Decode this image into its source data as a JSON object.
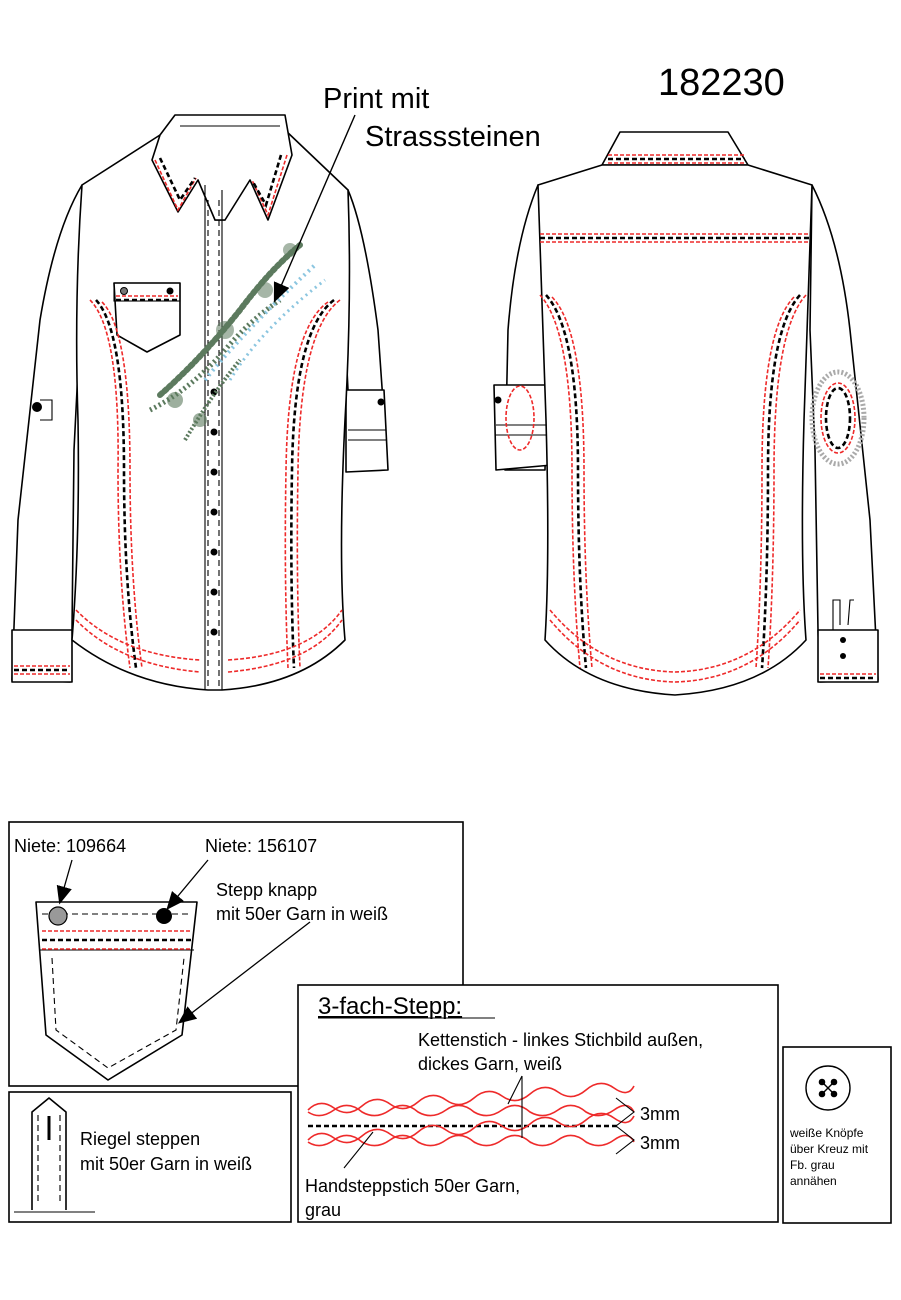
{
  "style_number": "182230",
  "annotations": {
    "print_line1": "Print mit",
    "print_line2": "Strasssteinen"
  },
  "pocket_detail": {
    "rivet_left": "Niete: 109664",
    "rivet_right": "Niete: 156107",
    "stitch_line1": "Stepp knapp",
    "stitch_line2": "mit 50er Garn in weiß"
  },
  "bartack_detail": {
    "line1": "Riegel steppen",
    "line2": "mit 50er Garn in weiß"
  },
  "triple_stitch": {
    "title": "3-fach-Stepp:",
    "chain_line1": "Kettenstich - linkes Stichbild außen,",
    "chain_line2": "dickes Garn, weiß",
    "dim_top": "3mm",
    "dim_bottom": "3mm",
    "hand_line1": "Handsteppstich 50er Garn,",
    "hand_line2": "grau"
  },
  "button_note": {
    "line1": "weiße Knöpfe",
    "line2": "über Kreuz mit",
    "line3": "Fb. grau",
    "line4": "annähen"
  },
  "colors": {
    "stitch_red": "#ee2a2a",
    "print_green": "#5c7a5e",
    "rhinestone_blue": "#8cc6e0",
    "outline": "#000000"
  }
}
